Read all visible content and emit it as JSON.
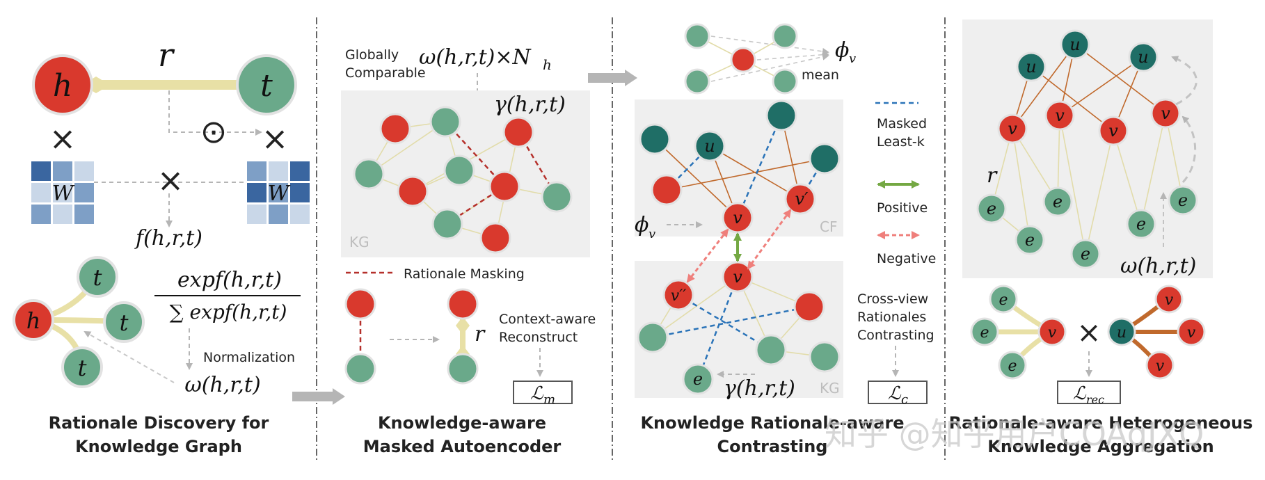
{
  "colors": {
    "red_node": "#d9392d",
    "green_node": "#6aa98a",
    "teal_node": "#1f6e66",
    "relation": "#e8e0a6",
    "matrix_dark": "#3a66a0",
    "matrix_mid": "#7e9fc6",
    "matrix_light": "#c9d7e8",
    "mask_red": "#b5302b",
    "mask_blue": "#2a73b8",
    "positive": "#74a843",
    "negative": "#ef7f7b",
    "cf_edge": "#c0692c",
    "panel_bg": "#efefef"
  },
  "panel1": {
    "head": "h",
    "tail": "t",
    "relation": "r",
    "weight": "W",
    "times": "×",
    "hadamard": "⊙",
    "score": "f(h,r,t)",
    "frac_num": "expf(h,r,t)",
    "frac_den": "∑ expf(h,r,t)",
    "normalization": "Normalization",
    "omega": "ω(h,r,t)",
    "caption_line1": "Rationale Discovery for",
    "caption_line2": "Knowledge Graph"
  },
  "panel2": {
    "globally": "Globally",
    "comparable": "Comparable",
    "omega_n": "ω(h,r,t)×N",
    "omega_n_sub": "h",
    "gamma": "γ(h,r,t)",
    "kg": "KG",
    "masking_legend": "Rationale Masking",
    "relation": "r",
    "context1": "Context-aware",
    "context2": "Reconstruct",
    "loss": "ℒ",
    "loss_sub": "m",
    "caption_line1": "Knowledge-aware",
    "caption_line2": "Masked Autoencoder"
  },
  "panel3": {
    "phi": "ϕ",
    "phi_sub": "v",
    "mean": "mean",
    "masked": "Masked",
    "least_k": "Least-k",
    "positive": "Positive",
    "negative": "Negative",
    "cf": "CF",
    "kg": "KG",
    "u": "u",
    "v": "v",
    "v_prime": "v′",
    "v_dprime": "v′′",
    "e": "e",
    "gamma": "γ(h,r,t)",
    "cross1": "Cross-view",
    "cross2": "Rationales",
    "cross3": "Contrasting",
    "loss": "ℒ",
    "loss_sub": "c",
    "caption_line1": "Knowledge Rationale-aware",
    "caption_line2": "Contrasting"
  },
  "panel4": {
    "u": "u",
    "v": "v",
    "e": "e",
    "relation": "r",
    "omega": "ω(h,r,t)",
    "times": "×",
    "loss": "ℒ",
    "loss_sub": "rec",
    "caption_line1": "Rationale-aware Heterogeneous",
    "caption_line2": "Knowledge Aggregation"
  },
  "watermark": "知乎 @知乎用户COAqJXQ"
}
